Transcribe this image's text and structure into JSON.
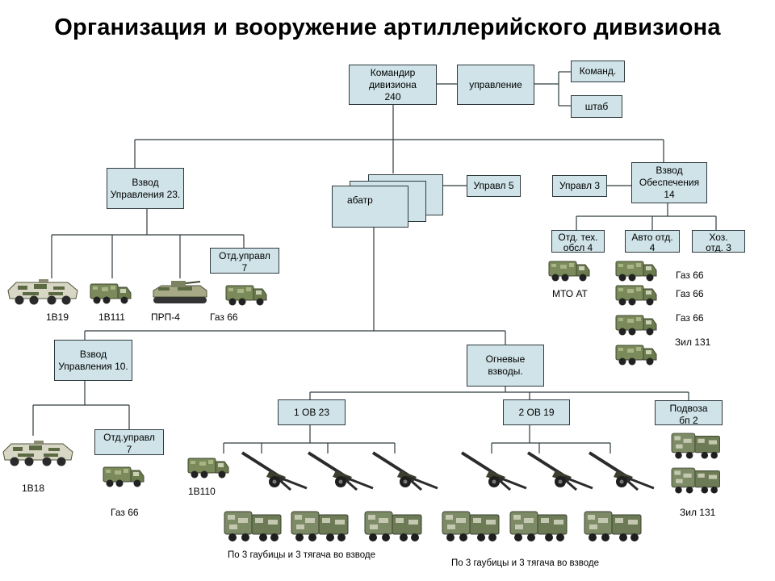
{
  "title": "Организация и вооружение  артиллерийского дивизиона",
  "boxes": {
    "commander": "Командир\nдивизиона\n240",
    "upravlenie": "управление",
    "komand": "Команд.",
    "shtab": "штаб",
    "vzvod_upr_23": "Взвод\nУправления 23.",
    "abatr": "абатр",
    "uprav5": "Управл 5",
    "uprav3": "Управл 3",
    "vzvod_obesp": "Взвод\nОбеспечения\n14",
    "otd_teh": "Отд. тех.\nобсл 4",
    "avto_otd": "Авто отд.\n4",
    "hoz_otd": "Хоз.\nотд. 3",
    "otd_upr_7a": "Отд.управл\n7",
    "vzvod_upr_10": "Взвод\nУправления 10.",
    "ognevye": "Огневые\nвзводы.",
    "ov1": "1 ОВ  23",
    "ov2": "2 ОВ  19",
    "podvoz": "Подвоза\nбп  2",
    "otd_upr_7b": "Отд.управл\n7"
  },
  "labels": {
    "v1b19": "1В19",
    "v1b111": "1В111",
    "prp4": "ПРП-4",
    "gaz66_a": "Газ 66",
    "mto": "МТО АТ",
    "gaz66_r1": "Газ 66",
    "gaz66_r2": "Газ 66",
    "gaz66_r3": "Газ 66",
    "zil131_r": "Зил 131",
    "v1b18": "1В18",
    "gaz66_b": "Газ 66",
    "v1b110": "1В110",
    "zil131_b": "Зил 131",
    "note1": "По 3 гаубицы и 3 тягача во взводе",
    "note2": "По 3 гаубицы и 3 тягача во взводе"
  },
  "colors": {
    "box_fill": "#cfe3e8",
    "line": "#2f3a3e",
    "truck_body": "#7a8a5a",
    "camo_light": "#d8d6c4",
    "camo_dark": "#5c6a44"
  },
  "icons": {
    "btr": "armored-personnel-carrier-icon",
    "truck": "military-truck-icon",
    "howitzer": "towed-howitzer-icon",
    "tank": "tracked-vehicle-icon"
  }
}
